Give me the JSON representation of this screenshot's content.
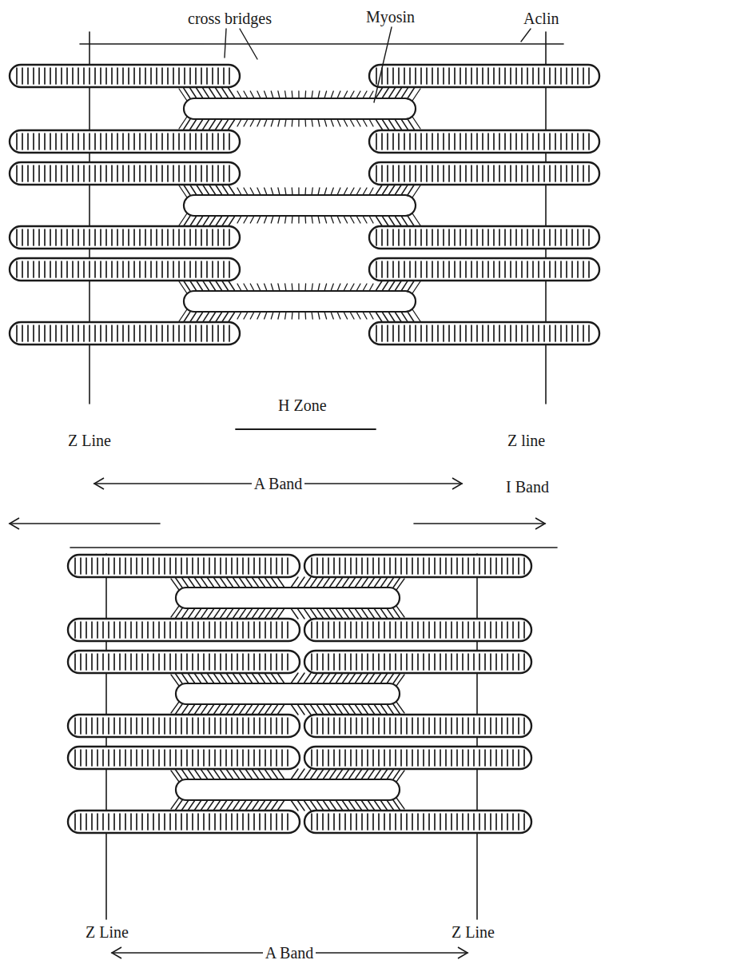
{
  "diagram": {
    "labels": [
      "cross bridges",
      "Myosin",
      "Aclin",
      "H Zone",
      "Z Line",
      "Z line",
      "A Band",
      "I Band",
      "Z Line",
      "Z Line",
      "A Band"
    ]
  }
}
